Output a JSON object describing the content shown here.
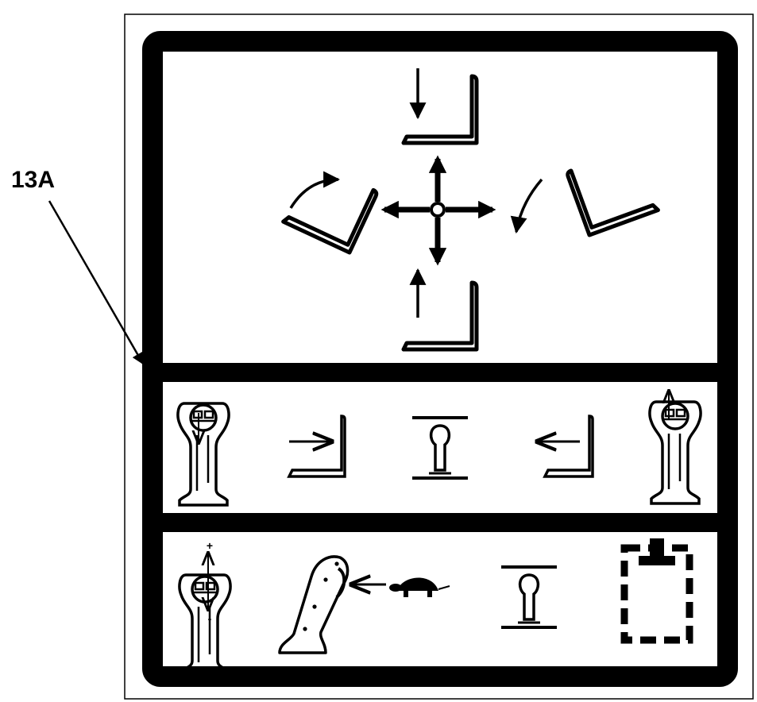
{
  "callout": {
    "label": "13A"
  },
  "colors": {
    "ink": "#000000",
    "paper": "#ffffff"
  },
  "panels": [
    {
      "id": "fork-motion-panel",
      "icons": [
        "fork-lower-icon",
        "fork-tilt-back-icon",
        "four-way-arrows-icon",
        "fork-tilt-forward-icon",
        "fork-raise-icon"
      ]
    },
    {
      "id": "side-shift-panel",
      "icons": [
        "joystick-thumb-down-icon",
        "side-shift-right-icon",
        "neutral-lever-icon",
        "side-shift-left-icon",
        "joystick-thumb-up-icon"
      ]
    },
    {
      "id": "speed-panel",
      "icons": [
        "joystick-plus-minus-icon",
        "lever-handle-icon",
        "turtle-slow-icon",
        "neutral-lever-icon",
        "battery-outline-icon"
      ]
    }
  ],
  "symbols": {
    "plus": "+",
    "minus": "-"
  }
}
